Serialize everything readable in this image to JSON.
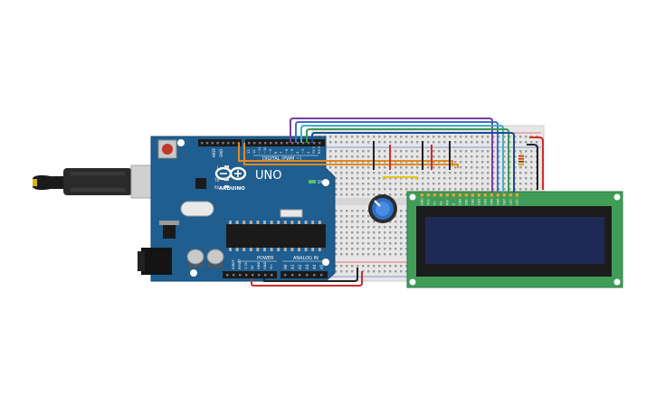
{
  "arduino": {
    "brand_text": "UNO",
    "logo_text": "ARDUINO",
    "digital_label": "DIGITAL (PWM ~)",
    "analog_label": "ANALOG IN",
    "power_label": "POWER",
    "on_label": "ON",
    "tx_label": "TX",
    "rx_label": "RX",
    "l_label": "L",
    "aref_label": "AREF",
    "gnd_label": "GND",
    "analog_pins": [
      "A0",
      "A1",
      "A2",
      "A3",
      "A4",
      "A5"
    ],
    "power_pins": [
      "IOREF",
      "RESET",
      "3.3V",
      "5V",
      "GND",
      "GND",
      "Vin"
    ],
    "digital_pins": [
      "13",
      "12",
      "~11",
      "~10",
      "~9",
      "8",
      "7",
      "~6",
      "~5",
      "4",
      "~3",
      "2",
      "TX 1",
      "RX 0"
    ],
    "board_color": "#1f5e8f"
  },
  "lcd": {
    "pin_labels": [
      "GND",
      "VCC",
      "V0",
      "RS",
      "RW",
      "E",
      "DB0",
      "DB1",
      "DB2",
      "DB3",
      "DB4",
      "DB5",
      "DB6",
      "DB7",
      "LED",
      "LED"
    ],
    "pcb_color": "#3f9d57",
    "screen_color": "#1e2a55"
  },
  "colors": {
    "wire_red": "#d12b2b",
    "wire_black": "#222222",
    "wire_orange": "#e3891e",
    "wire_yellow": "#e5c220",
    "wire_purple": "#7b3fa0",
    "wire_blue": "#3f6fcc",
    "wire_teal": "#3fb4c4",
    "wire_green": "#3a9a56",
    "breadboard": "#e6e6e6"
  }
}
